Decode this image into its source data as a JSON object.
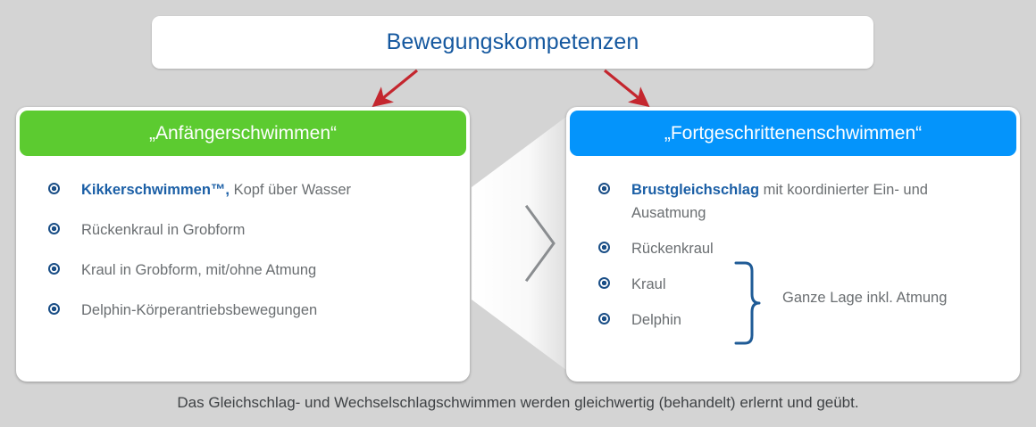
{
  "title": {
    "text": "Bewegungskompetenzen",
    "color": "#15589f"
  },
  "colors": {
    "background": "#d4d4d4",
    "beginner_header": "#5ccb30",
    "advanced_header": "#0494fb",
    "bullet": "#1b4f87",
    "accent_blue": "#1b5fa6",
    "body_text": "#6a6e71",
    "arrow_red": "#c4262e",
    "brace": "#1f5b96"
  },
  "arrows": {
    "left": {
      "name": "red-arrow-down-left",
      "direction": "down-left"
    },
    "right": {
      "name": "red-arrow-down-right",
      "direction": "down-right"
    }
  },
  "connector": {
    "name": "funnel-chevron",
    "glyph": "chevron-right"
  },
  "left_card": {
    "header": "„Anfängerschwimmen“",
    "items": [
      {
        "strong": "Kikkerschwimmen™,",
        "rest": " Kopf über Wasser"
      },
      {
        "strong": "",
        "rest": "Rückenkraul in Grobform"
      },
      {
        "strong": "",
        "rest": "Kraul in Grobform, mit/ohne Atmung"
      },
      {
        "strong": "",
        "rest": "Delphin-Körperantriebsbewegungen"
      }
    ]
  },
  "right_card": {
    "header": "„Fortgeschrittenenschwimmen“",
    "items": [
      {
        "strong": "Brustgleichschlag",
        "rest": " mit koordinierter Ein- und Ausatmung"
      },
      {
        "strong": "",
        "rest": "Rückenkraul"
      },
      {
        "strong": "",
        "rest": "Kraul"
      },
      {
        "strong": "",
        "rest": "Delphin"
      }
    ],
    "group_label": "Ganze Lage inkl. Atmung"
  },
  "caption": "Das Gleichschlag- und Wechselschlagschwimmen werden gleichwertig (behandelt) erlernt und geübt."
}
